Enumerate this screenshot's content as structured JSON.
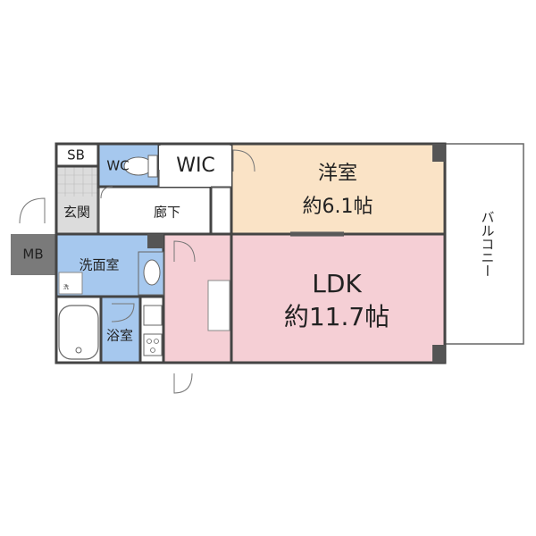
{
  "rooms": {
    "sb": "SB",
    "wc": "WC",
    "wic": "WIC",
    "youshitsu_name": "洋室",
    "youshitsu_size": "約6.1帖",
    "genkan": "玄関",
    "rouka": "廊下",
    "mb": "MB",
    "senmenshitsu": "洗面室",
    "ldk_name": "LDK",
    "ldk_size": "約11.7帖",
    "yokushitsu": "浴室",
    "balcony": "バルコニー",
    "washer_mark": "洗"
  },
  "colors": {
    "youshitsu": "#fae3c6",
    "ldk": "#f5cfd5",
    "wet_area": "#a6c8ee",
    "mb": "#7a7a7a",
    "column": "#555555",
    "wall": "#444444"
  }
}
